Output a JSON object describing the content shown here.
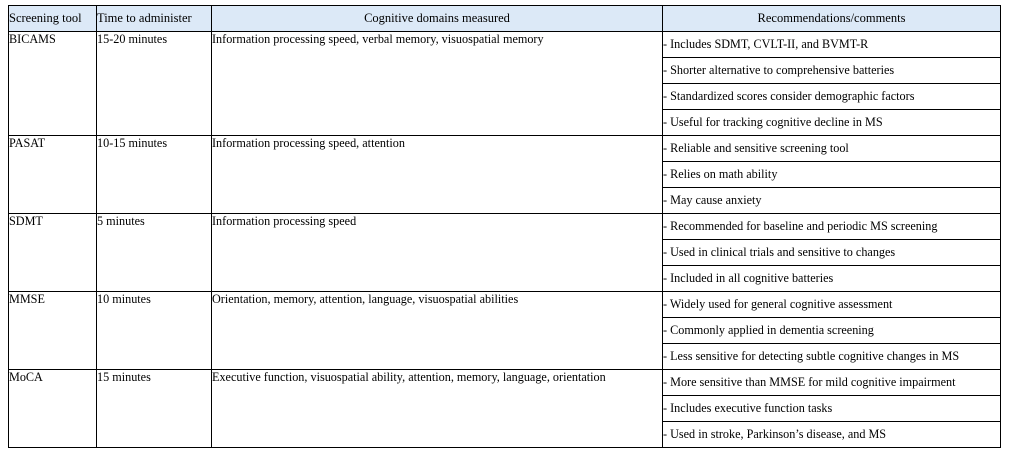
{
  "table": {
    "columns": [
      {
        "key": "tool",
        "label": "Screening tool",
        "align": "left"
      },
      {
        "key": "time",
        "label": "Time to administer",
        "align": "left"
      },
      {
        "key": "domains",
        "label": "Cognitive domains measured",
        "align": "center"
      },
      {
        "key": "recs",
        "label": "Recommendations/comments",
        "align": "center"
      }
    ],
    "header_background": "#dce9f7",
    "border_color": "#000000",
    "rows": [
      {
        "tool": "BICAMS",
        "time": "15-20 minutes",
        "domains": "Information processing speed, verbal memory, visuospatial memory",
        "recs": [
          "- Includes SDMT, CVLT-II, and BVMT-R",
          "- Shorter alternative to comprehensive batteries",
          "- Standardized scores consider demographic factors",
          "- Useful for tracking cognitive decline in MS"
        ]
      },
      {
        "tool": "PASAT",
        "time": "10-15 minutes",
        "domains": "Information processing speed, attention",
        "recs": [
          "- Reliable and sensitive screening tool",
          "- Relies on math ability",
          "- May cause anxiety"
        ]
      },
      {
        "tool": "SDMT",
        "time": "5 minutes",
        "domains": "Information processing speed",
        "recs": [
          "- Recommended for baseline and periodic MS screening",
          "- Used in clinical trials and sensitive to changes",
          "- Included in all cognitive batteries"
        ]
      },
      {
        "tool": "MMSE",
        "time": "10 minutes",
        "domains": "Orientation, memory, attention, language, visuospatial abilities",
        "recs": [
          "- Widely used for general cognitive assessment",
          "- Commonly applied in dementia screening",
          "- Less sensitive for detecting subtle cognitive changes in MS"
        ]
      },
      {
        "tool": "MoCA",
        "time": "15 minutes",
        "domains": "Executive function, visuospatial ability, attention, memory, language, orientation",
        "recs": [
          "- More sensitive than MMSE for mild cognitive impairment",
          "- Includes executive function tasks",
          "- Used in stroke, Parkinson’s disease, and MS"
        ]
      }
    ]
  }
}
